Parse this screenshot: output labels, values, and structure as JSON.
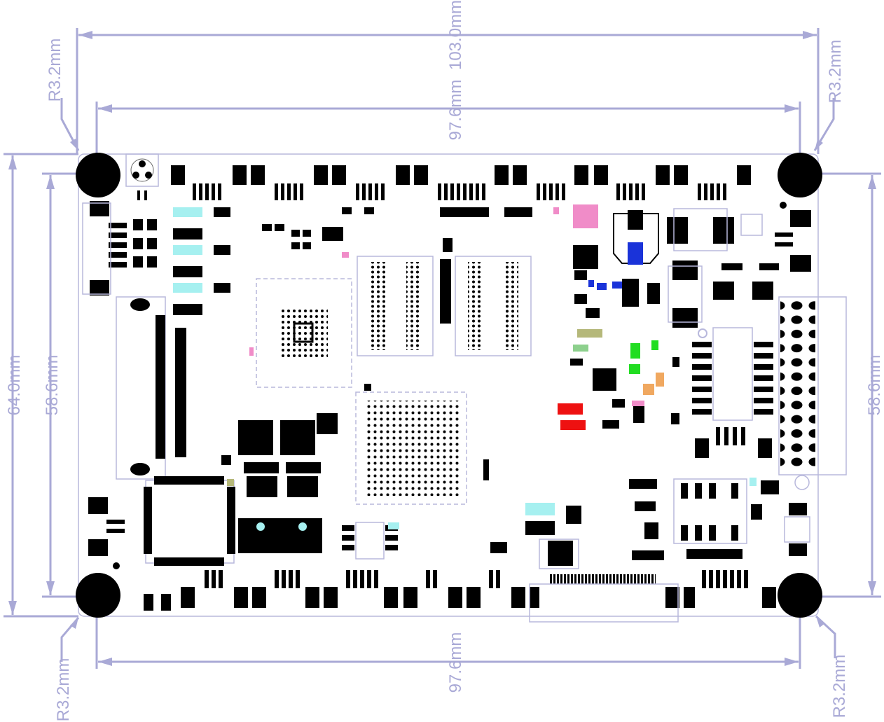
{
  "dimensions": {
    "top_outer": "103.0mm",
    "top_inner": "97.6mm",
    "bottom_inner": "97.6mm",
    "left_outer": "64.0mm",
    "left_inner": "58.6mm",
    "right_inner": "58.6mm",
    "radius_top_left": "R3.2mm",
    "radius_top_right": "R3.2mm",
    "radius_bottom_left": "R3.2mm",
    "radius_bottom_right": "R3.2mm"
  },
  "colors": {
    "dimension": "#a9a9d6",
    "outline": "#b8b8dc",
    "component": "#000000",
    "pad_cyan": "#a6f0f0",
    "pad_pink": "#f08cc8",
    "pad_blue": "#1a33d9",
    "pad_green": "#22dd22",
    "pad_red": "#ee1111",
    "pad_orange": "#f0a860",
    "pad_olive": "#b5b87a"
  }
}
